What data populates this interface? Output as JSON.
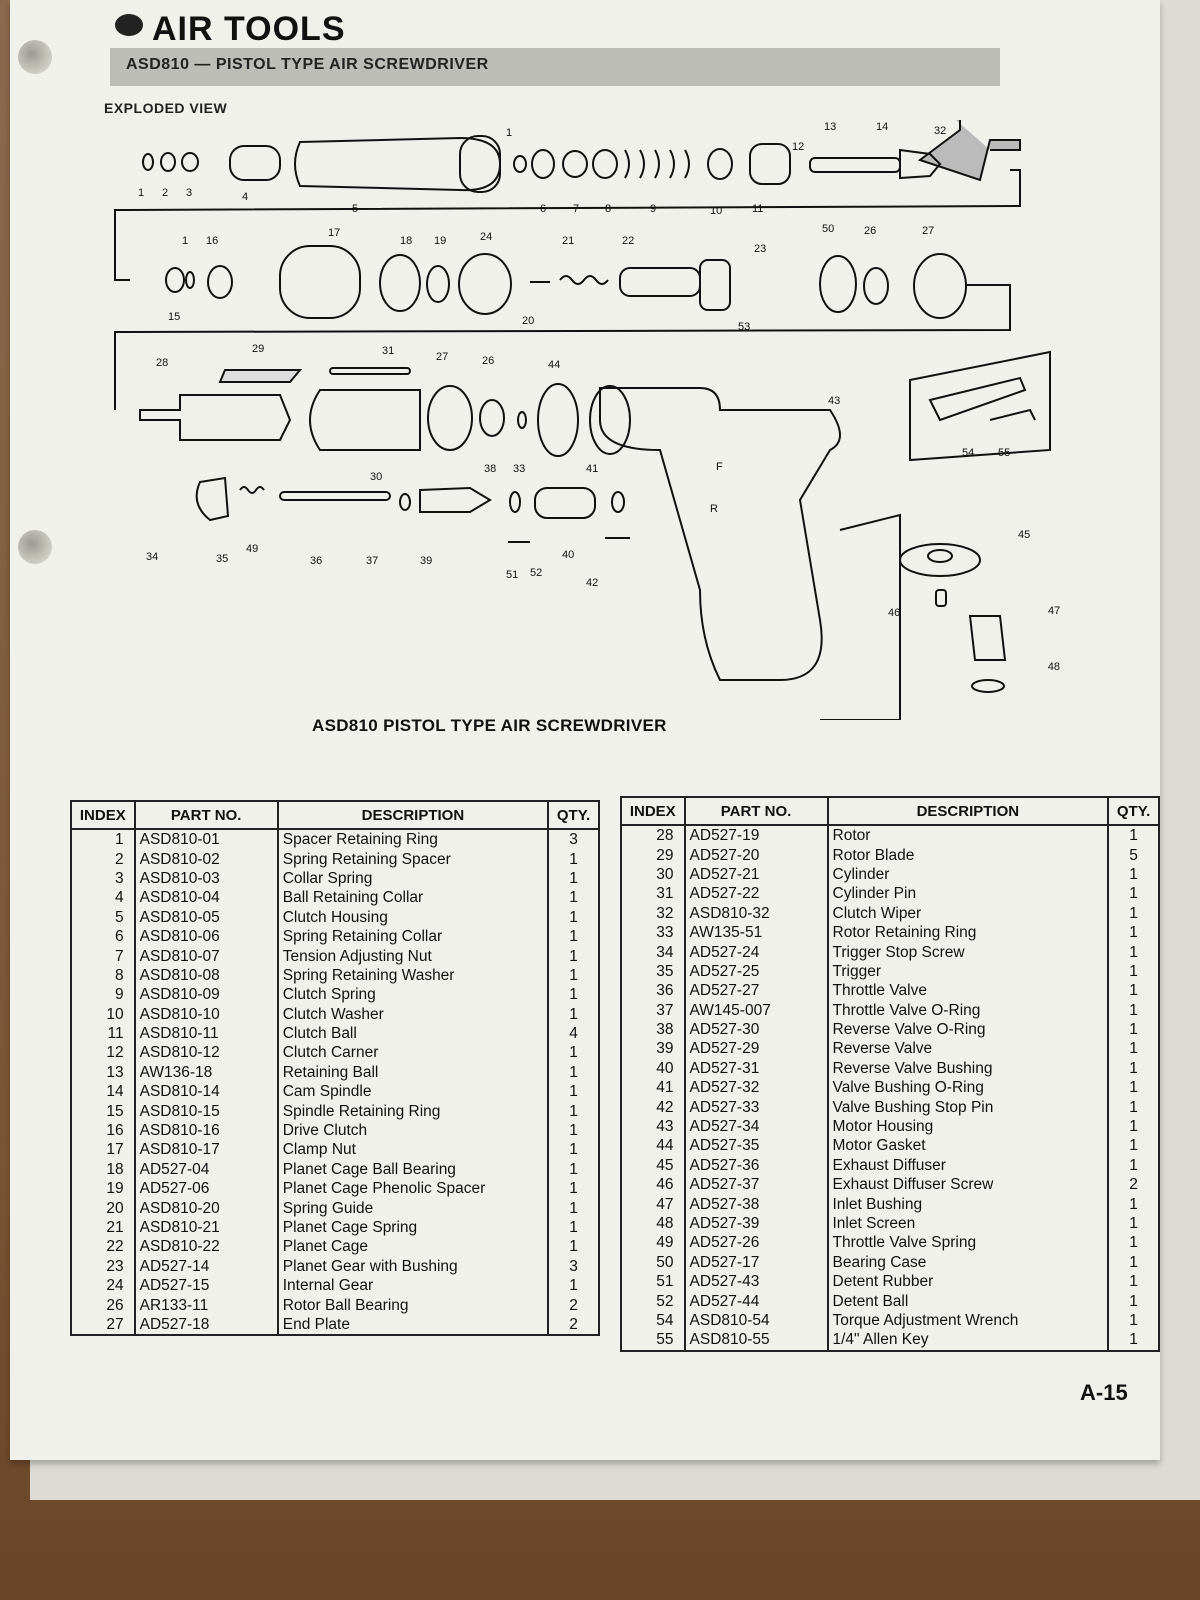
{
  "header": {
    "title": "AIR TOOLS",
    "subtitle": "ASD810 — PISTOL TYPE AIR SCREWDRIVER",
    "section_label": "EXPLODED VIEW"
  },
  "diagram": {
    "caption": "ASD810 PISTOL TYPE AIR SCREWDRIVER",
    "callouts": [
      "1",
      "2",
      "3",
      "4",
      "5",
      "1",
      "6",
      "7",
      "8",
      "9",
      "10",
      "11",
      "12",
      "13",
      "14",
      "32",
      "15",
      "1",
      "16",
      "17",
      "18",
      "19",
      "24",
      "20",
      "21",
      "22",
      "23",
      "53",
      "50",
      "26",
      "27",
      "28",
      "29",
      "31",
      "27",
      "26",
      "44",
      "43",
      "30",
      "38",
      "33",
      "41",
      "F",
      "R",
      "34",
      "35",
      "49",
      "36",
      "37",
      "39",
      "51",
      "52",
      "40",
      "42",
      "54",
      "55",
      "45",
      "46",
      "47",
      "48"
    ]
  },
  "table_columns": {
    "index": "INDEX",
    "part_no": "PART NO.",
    "description": "DESCRIPTION",
    "qty": "QTY."
  },
  "table_left": [
    {
      "index": "1",
      "part": "ASD810-01",
      "desc": "Spacer Retaining Ring",
      "qty": "3"
    },
    {
      "index": "2",
      "part": "ASD810-02",
      "desc": "Spring Retaining Spacer",
      "qty": "1"
    },
    {
      "index": "3",
      "part": "ASD810-03",
      "desc": "Collar Spring",
      "qty": "1"
    },
    {
      "index": "4",
      "part": "ASD810-04",
      "desc": "Ball Retaining Collar",
      "qty": "1"
    },
    {
      "index": "5",
      "part": "ASD810-05",
      "desc": "Clutch Housing",
      "qty": "1"
    },
    {
      "index": "6",
      "part": "ASD810-06",
      "desc": "Spring Retaining Collar",
      "qty": "1"
    },
    {
      "index": "7",
      "part": "ASD810-07",
      "desc": "Tension Adjusting Nut",
      "qty": "1"
    },
    {
      "index": "8",
      "part": "ASD810-08",
      "desc": "Spring Retaining Washer",
      "qty": "1"
    },
    {
      "index": "9",
      "part": "ASD810-09",
      "desc": "Clutch Spring",
      "qty": "1"
    },
    {
      "index": "10",
      "part": "ASD810-10",
      "desc": "Clutch Washer",
      "qty": "1"
    },
    {
      "index": "11",
      "part": "ASD810-11",
      "desc": "Clutch Ball",
      "qty": "4"
    },
    {
      "index": "12",
      "part": "ASD810-12",
      "desc": "Clutch Carner",
      "qty": "1"
    },
    {
      "index": "13",
      "part": "AW136-18",
      "desc": "Retaining Ball",
      "qty": "1"
    },
    {
      "index": "14",
      "part": "ASD810-14",
      "desc": "Cam Spindle",
      "qty": "1"
    },
    {
      "index": "15",
      "part": "ASD810-15",
      "desc": "Spindle Retaining Ring",
      "qty": "1"
    },
    {
      "index": "16",
      "part": "ASD810-16",
      "desc": "Drive Clutch",
      "qty": "1"
    },
    {
      "index": "17",
      "part": "ASD810-17",
      "desc": "Clamp Nut",
      "qty": "1"
    },
    {
      "index": "18",
      "part": "AD527-04",
      "desc": "Planet Cage Ball Bearing",
      "qty": "1"
    },
    {
      "index": "19",
      "part": "AD527-06",
      "desc": "Planet Cage Phenolic Spacer",
      "qty": "1"
    },
    {
      "index": "20",
      "part": "ASD810-20",
      "desc": "Spring Guide",
      "qty": "1"
    },
    {
      "index": "21",
      "part": "ASD810-21",
      "desc": "Planet Cage Spring",
      "qty": "1"
    },
    {
      "index": "22",
      "part": "ASD810-22",
      "desc": "Planet Cage",
      "qty": "1"
    },
    {
      "index": "23",
      "part": "AD527-14",
      "desc": "Planet Gear with Bushing",
      "qty": "3"
    },
    {
      "index": "24",
      "part": "AD527-15",
      "desc": "Internal Gear",
      "qty": "1"
    },
    {
      "index": "26",
      "part": "AR133-11",
      "desc": "Rotor Ball Bearing",
      "qty": "2"
    },
    {
      "index": "27",
      "part": "AD527-18",
      "desc": "End Plate",
      "qty": "2"
    }
  ],
  "table_right": [
    {
      "index": "28",
      "part": "AD527-19",
      "desc": "Rotor",
      "qty": "1"
    },
    {
      "index": "29",
      "part": "AD527-20",
      "desc": "Rotor Blade",
      "qty": "5"
    },
    {
      "index": "30",
      "part": "AD527-21",
      "desc": "Cylinder",
      "qty": "1"
    },
    {
      "index": "31",
      "part": "AD527-22",
      "desc": "Cylinder Pin",
      "qty": "1"
    },
    {
      "index": "32",
      "part": "ASD810-32",
      "desc": "Clutch Wiper",
      "qty": "1"
    },
    {
      "index": "33",
      "part": "AW135-51",
      "desc": "Rotor Retaining Ring",
      "qty": "1"
    },
    {
      "index": "34",
      "part": "AD527-24",
      "desc": "Trigger Stop Screw",
      "qty": "1"
    },
    {
      "index": "35",
      "part": "AD527-25",
      "desc": "Trigger",
      "qty": "1"
    },
    {
      "index": "36",
      "part": "AD527-27",
      "desc": "Throttle Valve",
      "qty": "1"
    },
    {
      "index": "37",
      "part": "AW145-007",
      "desc": "Throttle Valve O-Ring",
      "qty": "1"
    },
    {
      "index": "38",
      "part": "AD527-30",
      "desc": "Reverse Valve O-Ring",
      "qty": "1"
    },
    {
      "index": "39",
      "part": "AD527-29",
      "desc": "Reverse Valve",
      "qty": "1"
    },
    {
      "index": "40",
      "part": "AD527-31",
      "desc": "Reverse Valve Bushing",
      "qty": "1"
    },
    {
      "index": "41",
      "part": "AD527-32",
      "desc": "Valve Bushing O-Ring",
      "qty": "1"
    },
    {
      "index": "42",
      "part": "AD527-33",
      "desc": "Valve Bushing Stop Pin",
      "qty": "1"
    },
    {
      "index": "43",
      "part": "AD527-34",
      "desc": "Motor Housing",
      "qty": "1"
    },
    {
      "index": "44",
      "part": "AD527-35",
      "desc": "Motor Gasket",
      "qty": "1"
    },
    {
      "index": "45",
      "part": "AD527-36",
      "desc": "Exhaust Diffuser",
      "qty": "1"
    },
    {
      "index": "46",
      "part": "AD527-37",
      "desc": "Exhaust Diffuser Screw",
      "qty": "2"
    },
    {
      "index": "47",
      "part": "AD527-38",
      "desc": "Inlet Bushing",
      "qty": "1"
    },
    {
      "index": "48",
      "part": "AD527-39",
      "desc": "Inlet Screen",
      "qty": "1"
    },
    {
      "index": "49",
      "part": "AD527-26",
      "desc": "Throttle Valve Spring",
      "qty": "1"
    },
    {
      "index": "50",
      "part": "AD527-17",
      "desc": "Bearing Case",
      "qty": "1"
    },
    {
      "index": "51",
      "part": "AD527-43",
      "desc": "Detent Rubber",
      "qty": "1"
    },
    {
      "index": "52",
      "part": "AD527-44",
      "desc": "Detent Ball",
      "qty": "1"
    },
    {
      "index": "54",
      "part": "ASD810-54",
      "desc": "Torque Adjustment Wrench",
      "qty": "1"
    },
    {
      "index": "55",
      "part": "ASD810-55",
      "desc": "1/4\" Allen Key",
      "qty": "1"
    }
  ],
  "footer": {
    "page_number": "A-15"
  }
}
